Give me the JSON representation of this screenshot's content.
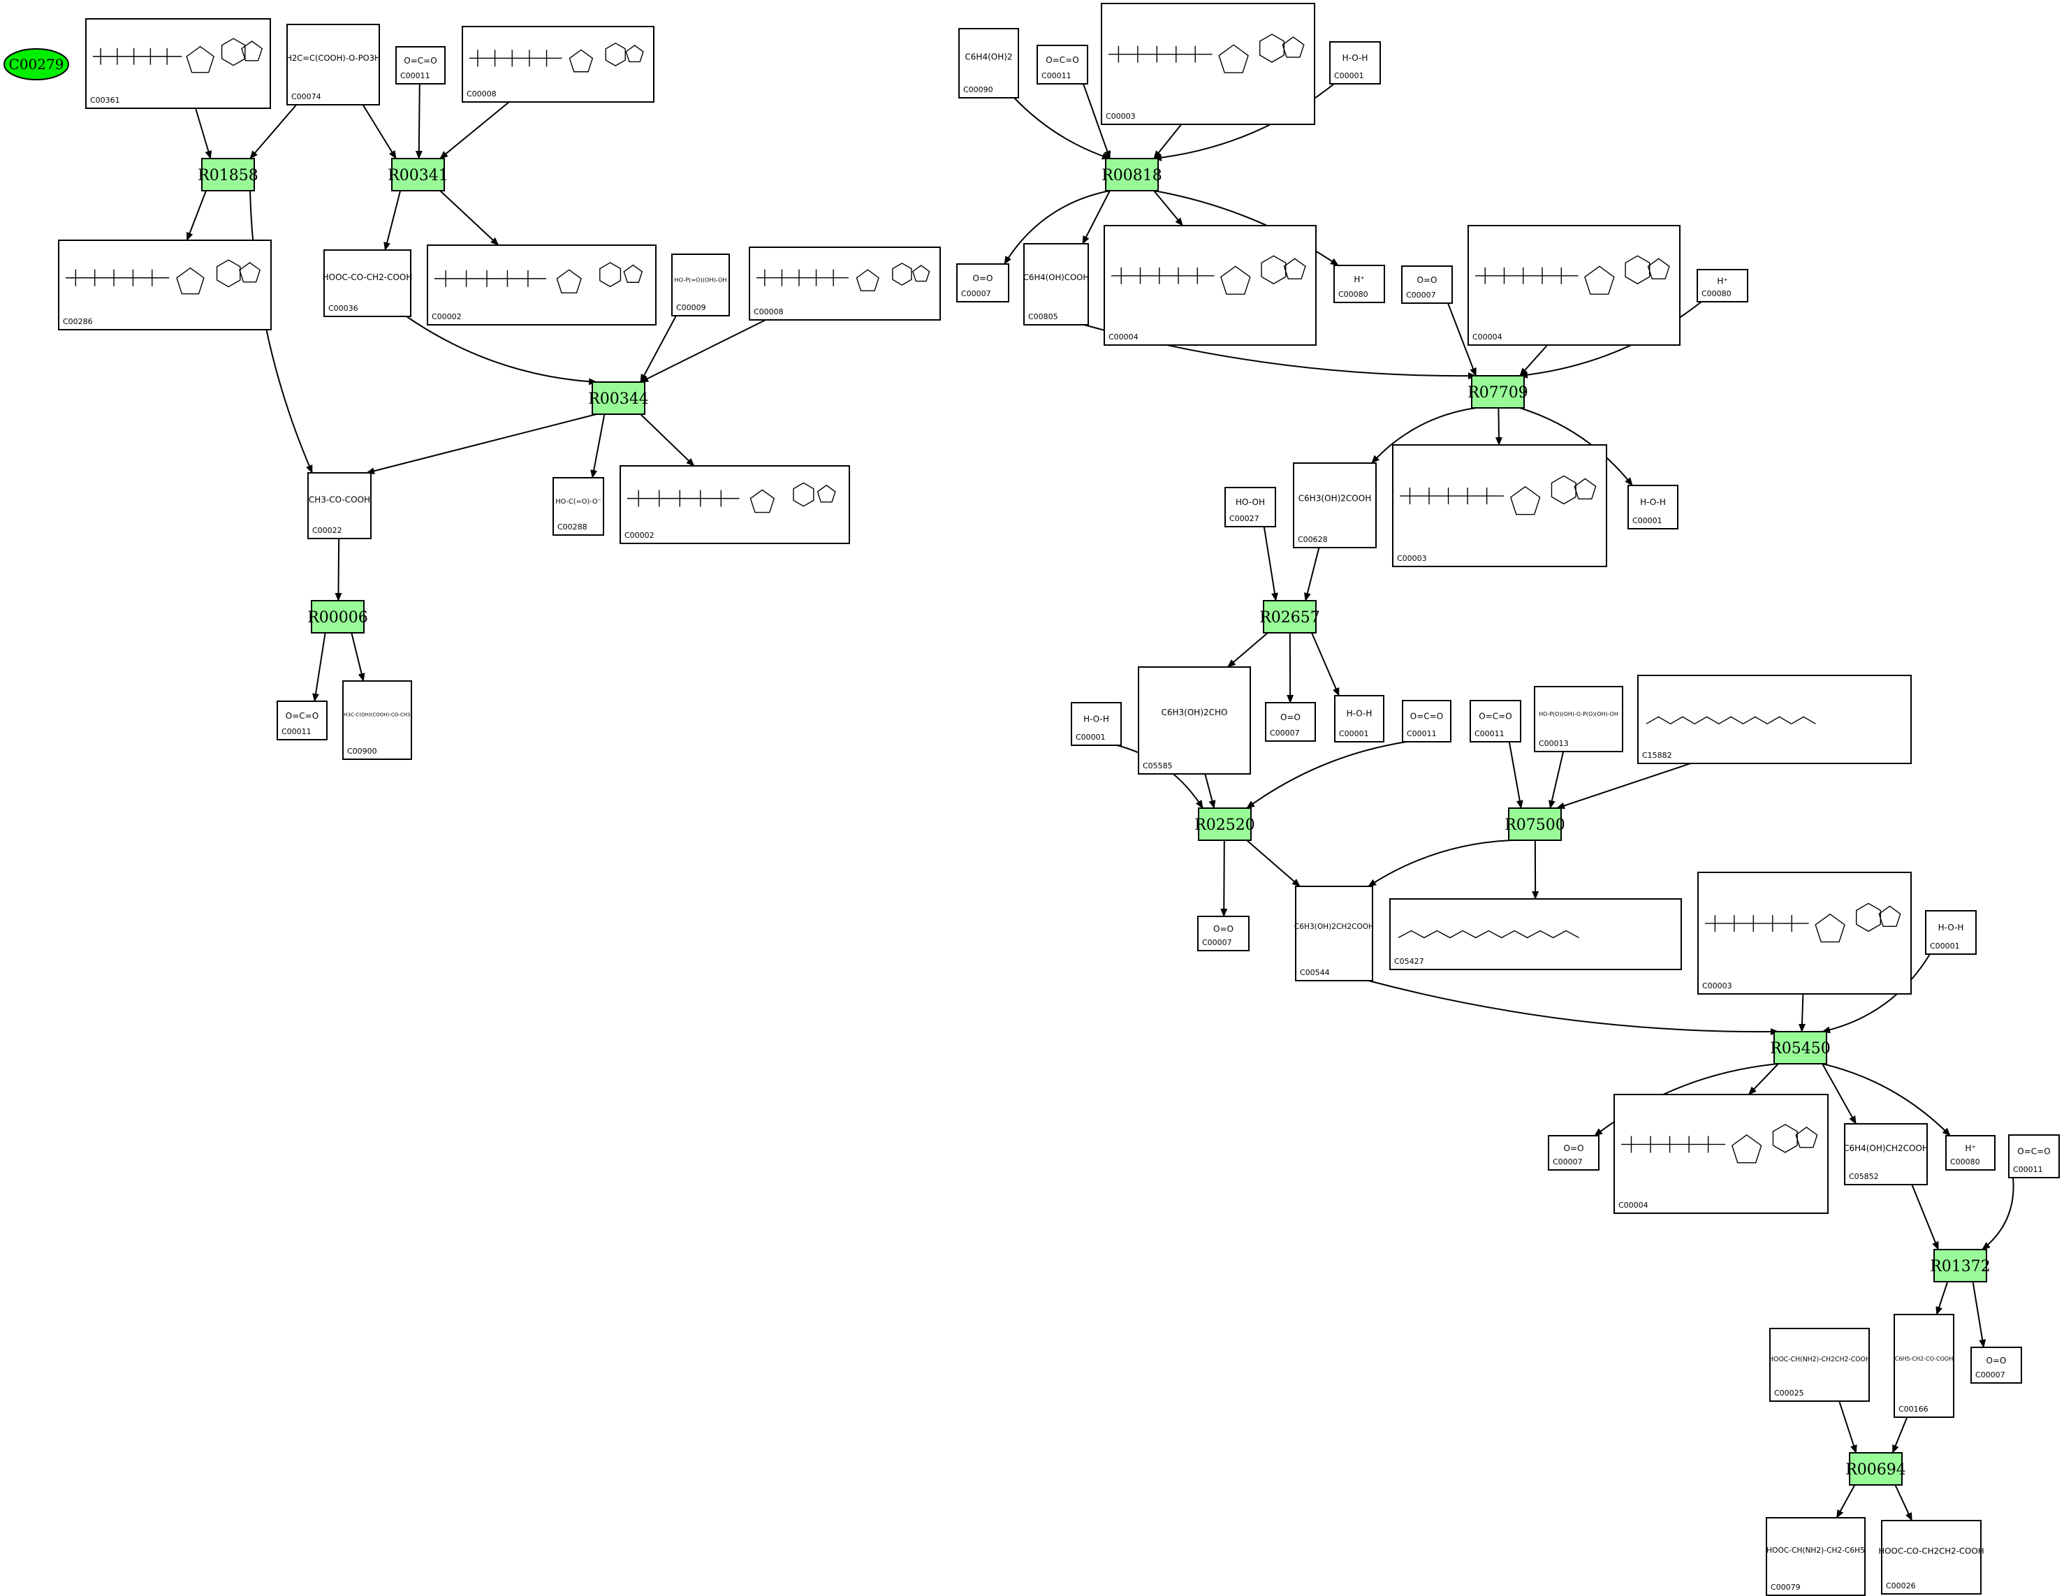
{
  "start_node": {
    "id": "C00279",
    "color": "#00ee00"
  },
  "reaction_color": "#98fb98",
  "reactions": [
    {
      "id": "R01858"
    },
    {
      "id": "R00341"
    },
    {
      "id": "R00344"
    },
    {
      "id": "R00006"
    },
    {
      "id": "R00818"
    },
    {
      "id": "R07709"
    },
    {
      "id": "R02657"
    },
    {
      "id": "R02520"
    },
    {
      "id": "R07500"
    },
    {
      "id": "R05450"
    },
    {
      "id": "R01372"
    },
    {
      "id": "R00694"
    }
  ],
  "compounds": [
    {
      "key": "c1",
      "id": "C00361",
      "shape": "nucleotide",
      "formula": ""
    },
    {
      "key": "c2",
      "id": "C00074",
      "shape": "small",
      "formula": "H2C=C(COOH)-O-PO3H"
    },
    {
      "key": "c3",
      "id": "C00011",
      "shape": "formula",
      "formula": "O=C=O"
    },
    {
      "key": "c4",
      "id": "C00008",
      "shape": "nucleotide",
      "formula": ""
    },
    {
      "key": "c5",
      "id": "C00286",
      "shape": "nucleotide",
      "formula": ""
    },
    {
      "key": "c6",
      "id": "C00036",
      "shape": "small",
      "formula": "HOOC-CO-CH2-COOH"
    },
    {
      "key": "c7",
      "id": "C00002",
      "shape": "nucleotide",
      "formula": ""
    },
    {
      "key": "c8",
      "id": "C00009",
      "shape": "small",
      "formula": "HO-P(=O)(OH)-OH"
    },
    {
      "key": "c9",
      "id": "C00008",
      "shape": "nucleotide",
      "formula": ""
    },
    {
      "key": "c10",
      "id": "C00022",
      "shape": "small",
      "formula": "CH3-CO-COOH"
    },
    {
      "key": "c11",
      "id": "C00288",
      "shape": "small",
      "formula": "HO-C(=O)-O⁻"
    },
    {
      "key": "c12",
      "id": "C00002",
      "shape": "nucleotide",
      "formula": ""
    },
    {
      "key": "c13",
      "id": "C00011",
      "shape": "formula",
      "formula": "O=C=O"
    },
    {
      "key": "c14",
      "id": "C00900",
      "shape": "small",
      "formula": "H3C-C(OH)(COOH)-CO-CH3"
    },
    {
      "key": "c15",
      "id": "C00090",
      "shape": "small",
      "formula": "C6H4(OH)2"
    },
    {
      "key": "c16",
      "id": "C00011",
      "shape": "formula",
      "formula": "O=C=O"
    },
    {
      "key": "c17",
      "id": "C00003",
      "shape": "nucleotide",
      "formula": ""
    },
    {
      "key": "c18",
      "id": "C00001",
      "shape": "formula",
      "formula": "H-O-H"
    },
    {
      "key": "c19",
      "id": "C00007",
      "shape": "formula",
      "formula": "O=O"
    },
    {
      "key": "c20",
      "id": "C00805",
      "shape": "small",
      "formula": "C6H4(OH)COOH"
    },
    {
      "key": "c21",
      "id": "C00004",
      "shape": "nucleotide",
      "formula": ""
    },
    {
      "key": "c22",
      "id": "C00080",
      "shape": "formula",
      "formula": "H⁺"
    },
    {
      "key": "c23",
      "id": "C00007",
      "shape": "formula",
      "formula": "O=O"
    },
    {
      "key": "c24",
      "id": "C00004",
      "shape": "nucleotide",
      "formula": ""
    },
    {
      "key": "c25",
      "id": "C00080",
      "shape": "formula",
      "formula": "H⁺"
    },
    {
      "key": "c26",
      "id": "C00027",
      "shape": "formula",
      "formula": "HO-OH"
    },
    {
      "key": "c27",
      "id": "C00628",
      "shape": "small",
      "formula": "C6H3(OH)2COOH"
    },
    {
      "key": "c28",
      "id": "C00003",
      "shape": "nucleotide",
      "formula": ""
    },
    {
      "key": "c29",
      "id": "C00001",
      "shape": "formula",
      "formula": "H-O-H"
    },
    {
      "key": "c30",
      "id": "C05585",
      "shape": "small",
      "formula": "C6H3(OH)2CHO"
    },
    {
      "key": "c31",
      "id": "C00007",
      "shape": "formula",
      "formula": "O=O"
    },
    {
      "key": "c32",
      "id": "C00001",
      "shape": "formula",
      "formula": "H-O-H"
    },
    {
      "key": "c33",
      "id": "C00011",
      "shape": "formula",
      "formula": "O=C=O"
    },
    {
      "key": "c34",
      "id": "C00001",
      "shape": "formula",
      "formula": "H-O-H"
    },
    {
      "key": "c35",
      "id": "C00011",
      "shape": "formula",
      "formula": "O=C=O"
    },
    {
      "key": "c36",
      "id": "C00013",
      "shape": "small",
      "formula": "HO-P(O)(OH)-O-P(O)(OH)-OH"
    },
    {
      "key": "c37",
      "id": "C15882",
      "shape": "chain",
      "formula": ""
    },
    {
      "key": "c38",
      "id": "C00007",
      "shape": "formula",
      "formula": "O=O"
    },
    {
      "key": "c39",
      "id": "C00544",
      "shape": "small",
      "formula": "C6H3(OH)2CH2COOH"
    },
    {
      "key": "c40",
      "id": "C05427",
      "shape": "chain",
      "formula": ""
    },
    {
      "key": "c41",
      "id": "C00003",
      "shape": "nucleotide",
      "formula": ""
    },
    {
      "key": "c42",
      "id": "C00001",
      "shape": "formula",
      "formula": "H-O-H"
    },
    {
      "key": "c43",
      "id": "C00007",
      "shape": "formula",
      "formula": "O=O"
    },
    {
      "key": "c44",
      "id": "C00004",
      "shape": "nucleotide",
      "formula": ""
    },
    {
      "key": "c45",
      "id": "C05852",
      "shape": "small",
      "formula": "C6H4(OH)CH2COOH"
    },
    {
      "key": "c46",
      "id": "C00080",
      "shape": "formula",
      "formula": "H⁺"
    },
    {
      "key": "c47",
      "id": "C00011",
      "shape": "formula",
      "formula": "O=C=O"
    },
    {
      "key": "c48",
      "id": "C00025",
      "shape": "small",
      "formula": "HOOC-CH(NH2)-CH2CH2-COOH"
    },
    {
      "key": "c49",
      "id": "C00166",
      "shape": "small",
      "formula": "C6H5-CH2-CO-COOH"
    },
    {
      "key": "c50",
      "id": "C00007",
      "shape": "formula",
      "formula": "O=O"
    },
    {
      "key": "c51",
      "id": "C00079",
      "shape": "small",
      "formula": "HOOC-CH(NH2)-CH2-C6H5"
    },
    {
      "key": "c52",
      "id": "C00026",
      "shape": "small",
      "formula": "HOOC-CO-CH2CH2-COOH"
    }
  ]
}
